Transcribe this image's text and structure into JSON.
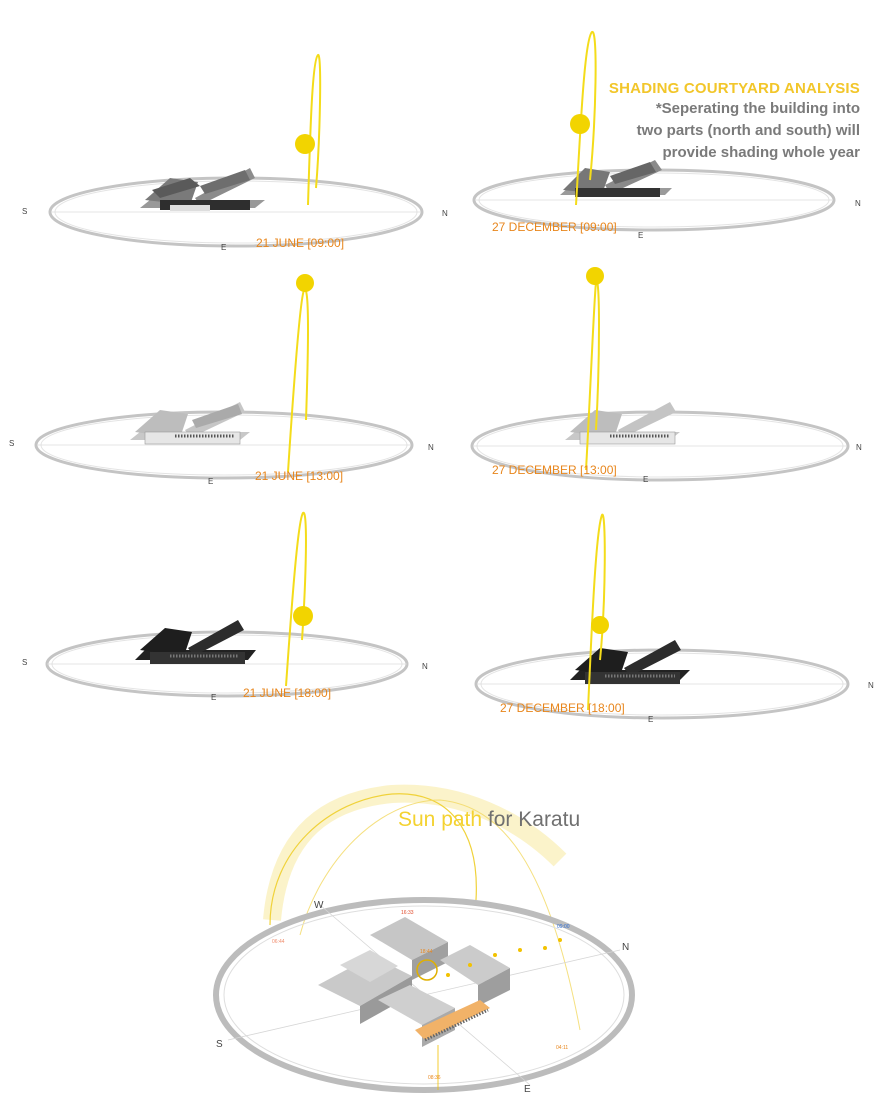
{
  "header": {
    "title": "SHADING COURTYARD ANALYSIS",
    "note_lines": [
      "*Seperating the building into",
      "two parts (north and south) will",
      "provide shading whole year"
    ]
  },
  "colors": {
    "sun": "#f2d400",
    "sun_path": "#f4dc1a",
    "caption": "#e8861c",
    "compass_ring": "#bdbdbd",
    "title_yellow": "#f2c62a",
    "note_gray": "#7a7a7a",
    "building_light": "#d8d8d8",
    "building_dark": "#2e2e2e"
  },
  "compass": {
    "south": "S",
    "north": "N",
    "east": "E",
    "west": "W"
  },
  "panels": [
    {
      "caption": "21 JUNE [09:00]",
      "shade": "medium"
    },
    {
      "caption": "27 DECEMBER [09:00]",
      "shade": "medium"
    },
    {
      "caption": "21 JUNE [13:00]",
      "shade": "light"
    },
    {
      "caption": "27 DECEMBER [13:00]",
      "shade": "light"
    },
    {
      "caption": "21 JUNE [18:00]",
      "shade": "dark"
    },
    {
      "caption": "27 DECEMBER [18:00]",
      "shade": "dark"
    }
  ],
  "sunpath": {
    "title_highlight": "Sun path",
    "title_rest": " for Karatu",
    "time_labels": [
      "16:33",
      "09:00",
      "06:44",
      "18:44",
      "08:36",
      "04:11"
    ]
  }
}
